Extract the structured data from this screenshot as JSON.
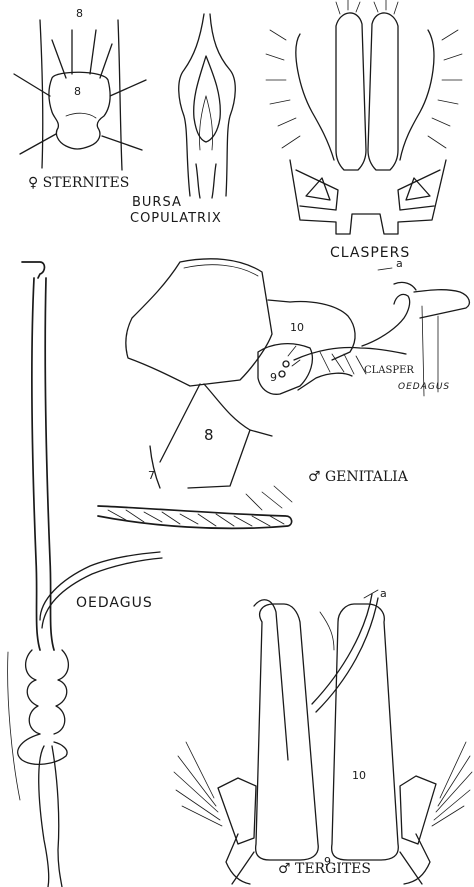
{
  "labels": {
    "female_sternites": "♀ STERNITES",
    "sternite_top_number": "8",
    "sternite_mid_number": "8",
    "bursa_line1": "BURSA",
    "bursa_line2": "COPULATRIX",
    "claspers": "CLASPERS",
    "genitalia_a": "a",
    "segment_10": "10",
    "clasper": "CLASPER",
    "oedagus_small": "OEDAGUS",
    "segment_9": "9",
    "segment_8": "8",
    "segment_7": "7",
    "male_genitalia": "♂ GENITALIA",
    "oedagus_large": "OEDAGUS",
    "tergites_a": "a",
    "segment_10_tergite": "10",
    "segment_9_tergite": "9",
    "male_tergites": "♂ TERGITES"
  }
}
